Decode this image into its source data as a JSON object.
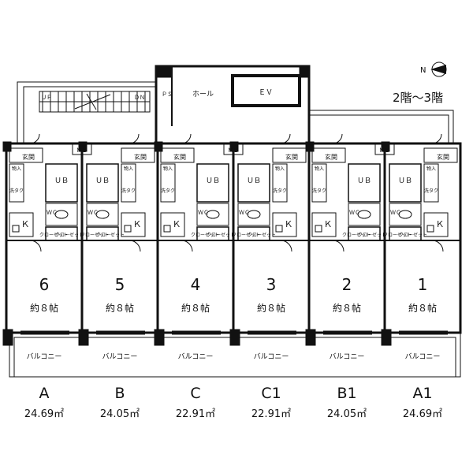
{
  "floor_label": "2階〜3階",
  "compass": {
    "north": "N"
  },
  "common": {
    "hall": "ホール",
    "elevator": "ＥＶ",
    "pipe_space": "ＰＳ",
    "stairs_up": "ＵＰ",
    "stairs_down": "ＤＮ"
  },
  "rooms": [
    {
      "number": "6",
      "size": "約８帖",
      "type": "A",
      "area": "24.69㎡"
    },
    {
      "number": "5",
      "size": "約８帖",
      "type": "B",
      "area": "24.05㎡"
    },
    {
      "number": "4",
      "size": "約８帖",
      "type": "C",
      "area": "22.91㎡"
    },
    {
      "number": "3",
      "size": "約８帖",
      "type": "C1",
      "area": "22.91㎡"
    },
    {
      "number": "2",
      "size": "約８帖",
      "type": "B1",
      "area": "24.05㎡"
    },
    {
      "number": "1",
      "size": "約８帖",
      "type": "A1",
      "area": "24.69㎡"
    }
  ],
  "labels": {
    "entrance": "玄関",
    "unit_bath": "ＵＢ",
    "toilet": "ＷＣ",
    "kitchen": "Ｋ",
    "closet": "クローゼット",
    "storage": "物入",
    "laundry": "洗タク",
    "meter_box": "ＭＢ",
    "balcony": "バルコニー"
  }
}
